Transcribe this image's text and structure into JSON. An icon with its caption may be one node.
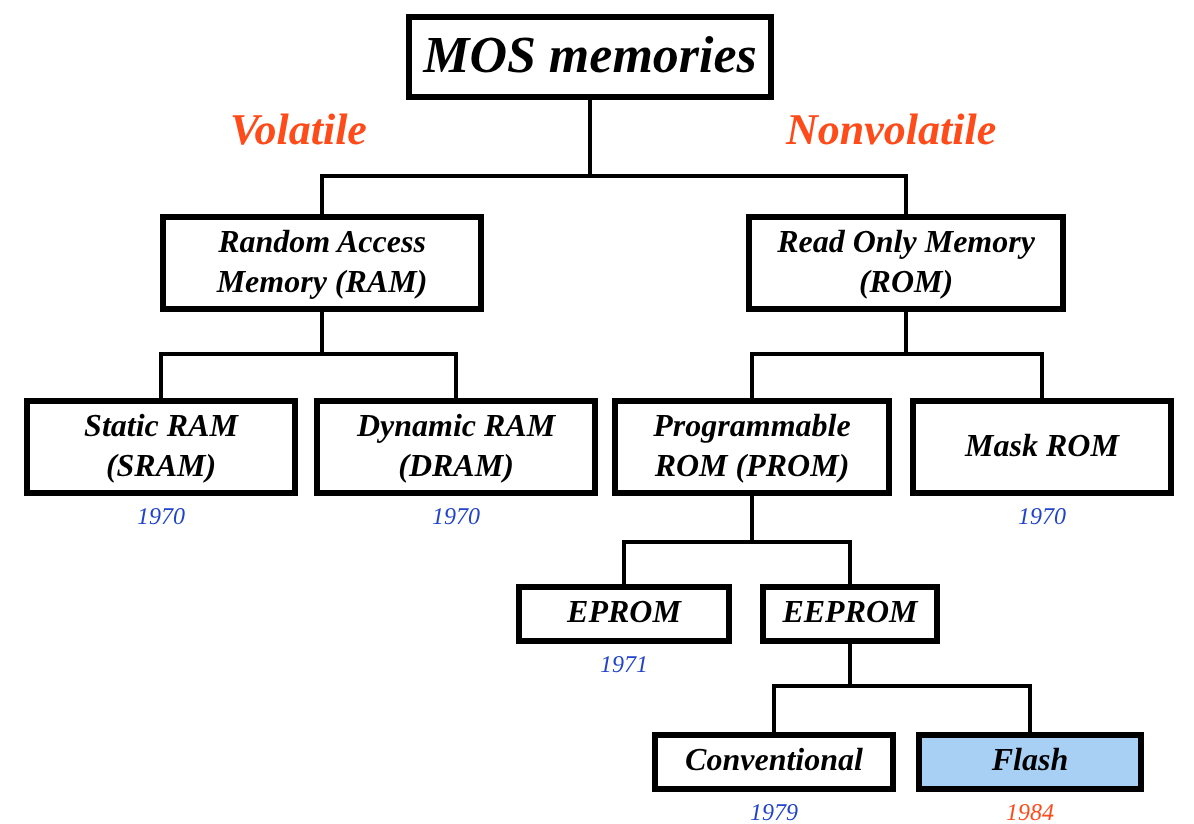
{
  "diagram": {
    "nodes": [
      {
        "text": [
          "MOS memories"
        ]
      },
      {
        "text": [
          "Random Access Memory (RAM)"
        ]
      },
      {
        "text": [
          "Read Only Memory (ROM)"
        ]
      },
      {
        "text": [
          "Static RAM (SRAM)"
        ],
        "beside": [
          "1970"
        ]
      },
      {
        "text": [
          "Dynamic RAM (DRAM)"
        ],
        "beside": [
          "1970"
        ]
      },
      {
        "text": [
          "Programmable ROM (PROM)"
        ]
      },
      {
        "text": [
          "Mask ROM"
        ],
        "beside": [
          "1970"
        ]
      },
      {
        "text": [
          "EPROM"
        ],
        "beside": [
          "1971"
        ]
      },
      {
        "text": [
          "EEPROM"
        ]
      },
      {
        "text": [
          "Conventional"
        ],
        "beside": [
          "1979"
        ]
      },
      {
        "text": [
          "Flash"
        ],
        "beside": [
          "1984"
        ]
      }
    ],
    "edges": [
      {
        "from": 0,
        "to": 1,
        "arrow": "none"
      },
      {
        "from": 0,
        "to": 2,
        "arrow": "none"
      },
      {
        "from": 1,
        "to": 3,
        "arrow": "none"
      },
      {
        "from": 1,
        "to": 4,
        "arrow": "none"
      },
      {
        "from": 2,
        "to": 5,
        "arrow": "none"
      },
      {
        "from": 2,
        "to": 6,
        "arrow": "none"
      },
      {
        "from": 5,
        "to": 7,
        "arrow": "none"
      },
      {
        "from": 5,
        "to": 8,
        "arrow": "none"
      },
      {
        "from": 8,
        "to": 9,
        "arrow": "none"
      },
      {
        "from": 8,
        "to": 10,
        "arrow": "none"
      }
    ],
    "labels": [
      "Volatile",
      "Nonvolatile"
    ]
  }
}
